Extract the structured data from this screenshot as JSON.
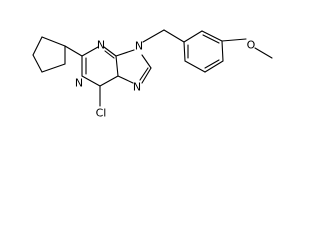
{
  "diagram": {
    "kind": "chemical-structure",
    "atom_labels": {
      "n3": "N",
      "n1": "N",
      "n9": "N",
      "n7": "N",
      "cl": "Cl",
      "o": "O"
    }
  }
}
